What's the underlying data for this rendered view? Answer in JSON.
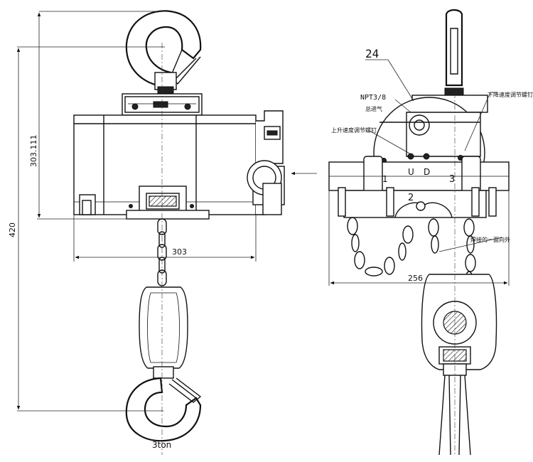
{
  "dimensions": {
    "overall_height": "420",
    "body_height": "303.111",
    "body_width": "303",
    "side_width": "256"
  },
  "labels": {
    "part_number": "24",
    "port_label": "NPT3/8",
    "inlet_label": "总进气",
    "up_speed_screw": "上升速度调节螺钉",
    "down_speed_screw": "下降速度调节螺钉",
    "weld_note": "焊接的一面向外",
    "marker_u": "U",
    "marker_d": "D",
    "marker_1": "1",
    "marker_2": "2",
    "marker_3": "3",
    "capacity": "3ton"
  }
}
